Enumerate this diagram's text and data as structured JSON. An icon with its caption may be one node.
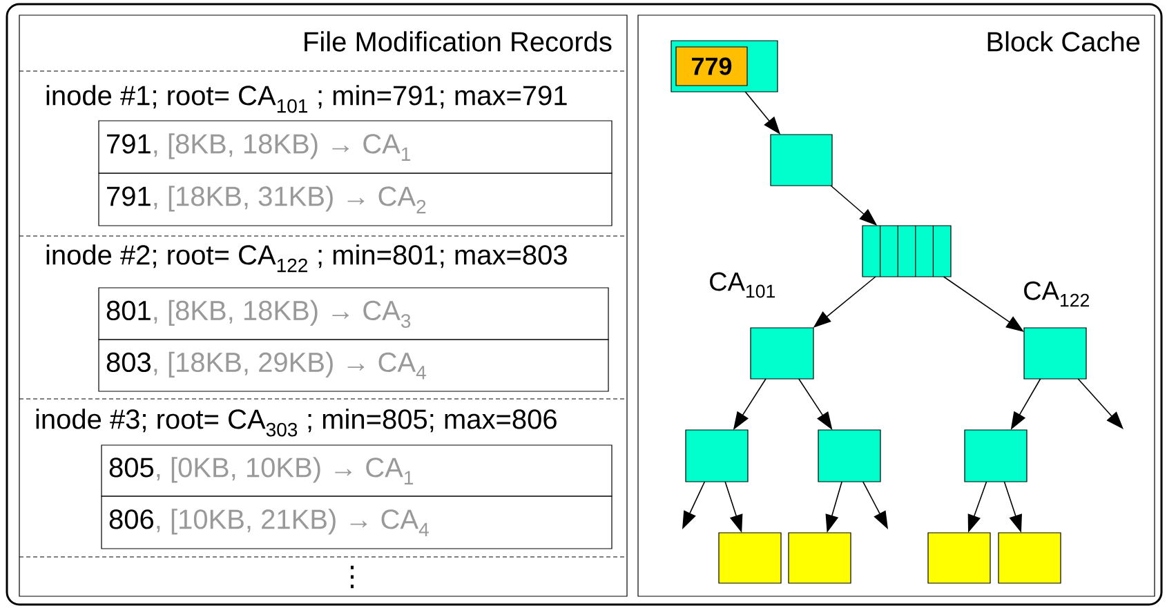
{
  "diagram": {
    "nodes": [
      {
        "text": [
          "File Modification Records"
        ]
      },
      {
        "text": [
          "791",
          ", [8KB, 18KB) → CA$_{1}$"
        ],
        "in": 0
      },
      {
        "text": [
          "791",
          ", [18KB, 31KB) → CA$_{2}$"
        ],
        "in": 0
      },
      {
        "text": [
          "801",
          ", [8KB, 18KB) → CA$_{3}$"
        ],
        "in": 0
      },
      {
        "text": [
          "803",
          ", [18KB, 29KB) → CA$_{4}$"
        ],
        "in": 0
      },
      {
        "text": [
          "805",
          ", [0KB, 10KB) → CA$_{1}$"
        ],
        "in": 0
      },
      {
        "text": [
          "806",
          ", [10KB, 21KB) → CA$_{4}$"
        ],
        "in": 0
      },
      {
        "text": [
          "Block Cache"
        ]
      },
      {
        "text": [],
        "shape": "box",
        "in": 7
      },
      {
        "text": [
          "779"
        ],
        "in": 8
      },
      {
        "text": [],
        "shape": "box",
        "in": 7
      },
      {
        "text": [],
        "shape": "box",
        "in": 7
      },
      {
        "text": [],
        "shape": "box",
        "in": 7
      },
      {
        "text": [],
        "shape": "box",
        "in": 7
      },
      {
        "text": [],
        "shape": "box",
        "in": 7
      },
      {
        "text": [],
        "shape": "box",
        "in": 7
      },
      {
        "text": [],
        "shape": "box",
        "in": 7
      },
      {
        "text": [],
        "shape": "box",
        "in": 7
      },
      {
        "text": [],
        "shape": "box",
        "in": 7
      },
      {
        "text": [],
        "shape": "box",
        "in": 7
      },
      {
        "text": [],
        "shape": "box",
        "in": 7
      }
    ],
    "edges": [
      {
        "from": 8,
        "to": 10,
        "arrow": "to"
      },
      {
        "from": 10,
        "to": 11,
        "arrow": "to"
      },
      {
        "from": 11,
        "to": 12,
        "arrow": "to",
        "label": "CA$_{101}$"
      },
      {
        "from": 11,
        "to": 13,
        "arrow": "to",
        "label": "CA$_{122}$"
      },
      {
        "from": 12,
        "to": 14,
        "arrow": "to"
      },
      {
        "from": 12,
        "to": 15,
        "arrow": "to"
      },
      {
        "from": 13,
        "to": 16,
        "arrow": "to"
      },
      {
        "from": 13,
        "to": null,
        "arrow": "to"
      },
      {
        "from": 14,
        "to": null,
        "arrow": "to"
      },
      {
        "from": 14,
        "to": 17,
        "arrow": "to"
      },
      {
        "from": 15,
        "to": 18,
        "arrow": "to"
      },
      {
        "from": 15,
        "to": null,
        "arrow": "to"
      },
      {
        "from": 16,
        "to": 19,
        "arrow": "to"
      },
      {
        "from": 16,
        "to": 20,
        "arrow": "to"
      }
    ],
    "labels": [
      "inode #1; root= CA$_{101}$ ; min=791; max=791",
      "inode #2; root= CA$_{122}$ ; min=801; max=803",
      "inode #3; root= CA$_{303}$ ; min=805; max=806",
      "⋮"
    ]
  }
}
